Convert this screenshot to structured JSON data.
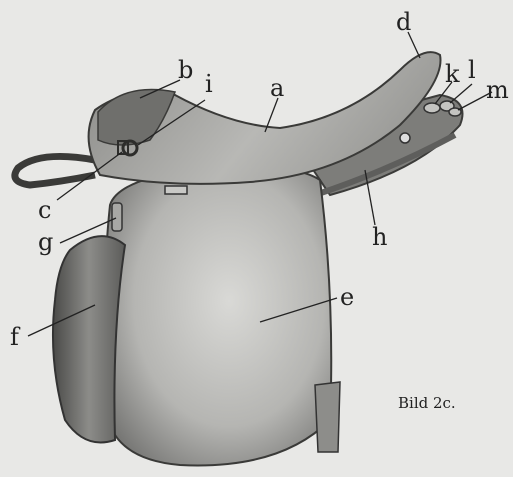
{
  "figure": {
    "caption": "Bild 2c.",
    "labels": {
      "a": "a",
      "b": "b",
      "c": "c",
      "d": "d",
      "e": "e",
      "f": "f",
      "g": "g",
      "h": "h",
      "i": "i",
      "k": "k",
      "l": "l",
      "m": "m"
    }
  }
}
